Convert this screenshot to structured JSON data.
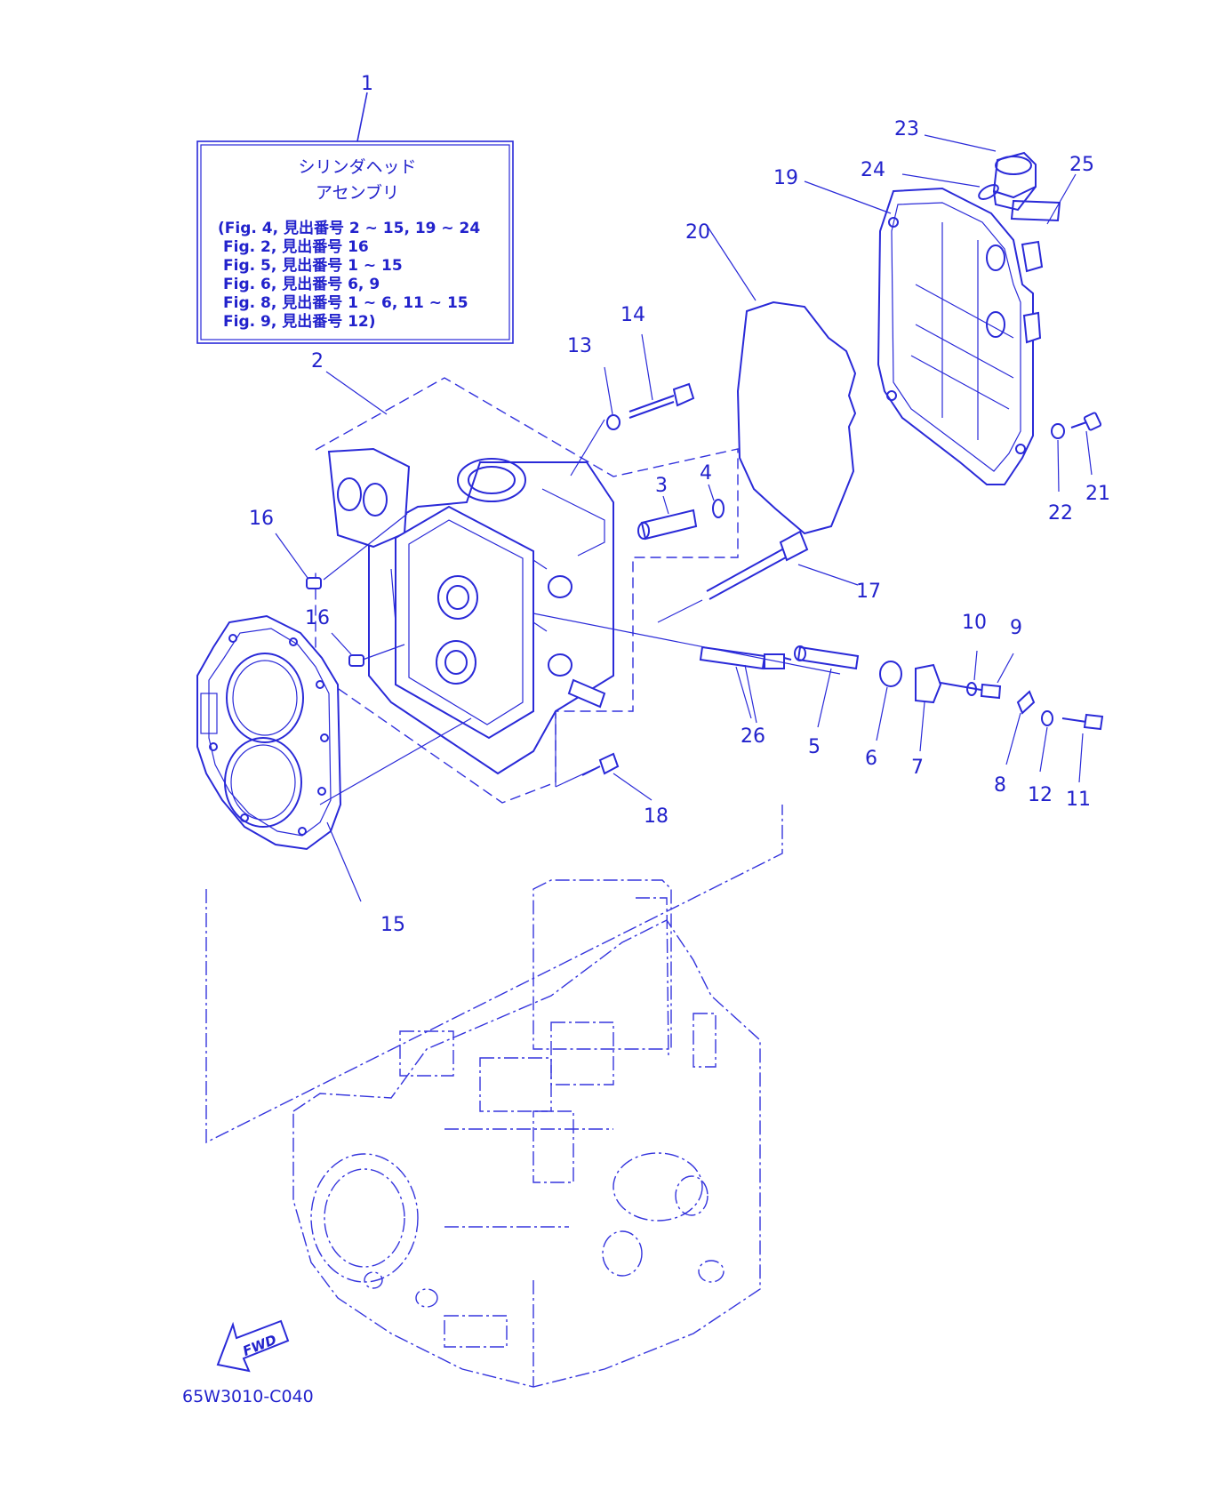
{
  "note_box": {
    "callout": "1",
    "title_line1": "シリンダヘッド",
    "title_line2": "アセンブリ",
    "lines": [
      "(Fig. 4, 見出番号 2 ~ 15, 19 ~ 24",
      "Fig. 2, 見出番号 16",
      "Fig. 5, 見出番号 1 ~ 15",
      "Fig. 6, 見出番号 6, 9",
      "Fig. 8, 見出番号 1 ~ 6, 11 ~ 15",
      "Fig. 9, 見出番号 12)"
    ]
  },
  "callouts": {
    "c2": "2",
    "c3": "3",
    "c4": "4",
    "c5": "5",
    "c6": "6",
    "c7": "7",
    "c8": "8",
    "c9": "9",
    "c10": "10",
    "c11": "11",
    "c12": "12",
    "c13": "13",
    "c14": "14",
    "c15": "15",
    "c16a": "16",
    "c16b": "16",
    "c17": "17",
    "c18": "18",
    "c19": "19",
    "c20": "20",
    "c21": "21",
    "c22": "22",
    "c23": "23",
    "c24": "24",
    "c25": "25",
    "c26": "26"
  },
  "fwd_label": "FWD",
  "drawing_code": "65W3010-C040",
  "colors": {
    "line": "#2a2ad8",
    "text": "#2222cc",
    "background": "#ffffff"
  }
}
